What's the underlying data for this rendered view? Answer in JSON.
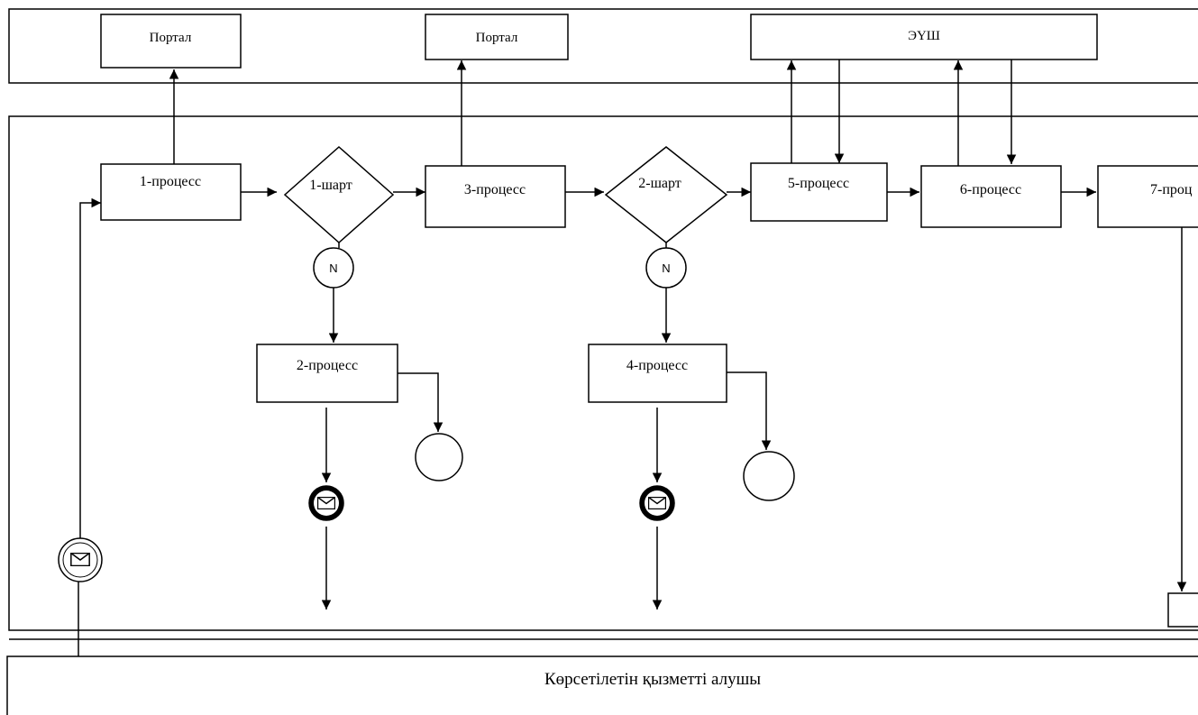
{
  "portals": [
    "Портал",
    "Портал"
  ],
  "eush": "ЭҮШ",
  "processes": {
    "p1": "1-процесс",
    "p2": "2-процесс",
    "p3": "3-процесс",
    "p4": "4-процесс",
    "p5": "5-процесс",
    "p6": "6-процесс",
    "p7": "7-проц"
  },
  "conditions": {
    "c1": "1-шарт",
    "c2": "2-шарт"
  },
  "connector_label": "N",
  "lane_bottom_title": "Көрсетілетін қызметті алушы"
}
